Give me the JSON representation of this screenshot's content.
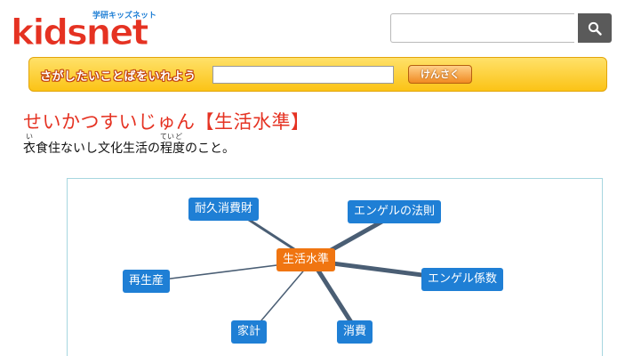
{
  "header": {
    "logo_text": "kidsnet",
    "logo_subtext": "学研キッズネット",
    "search_placeholder": "",
    "search_icon": "search-icon"
  },
  "keyword_bar": {
    "label": "さがしたいことばをいれよう",
    "input_value": "",
    "button_label": "けんさく"
  },
  "entry": {
    "title": "せいかつすいじゅん【生活水準】",
    "definition": {
      "seg1_base": "衣",
      "seg1_ruby": "い",
      "seg2": "食住ないし文化生活の",
      "seg3_base": "程",
      "seg3_ruby": "てい",
      "seg4_base": "度",
      "seg4_ruby": "ど",
      "seg5": "のこと。"
    }
  },
  "diagram": {
    "center": "生活水準",
    "nodes": [
      "耐久消費財",
      "エンゲルの法則",
      "再生産",
      "エンゲル係数",
      "家計",
      "消費"
    ]
  },
  "colors": {
    "title_red": "#e53222",
    "node_blue": "#1f7fd5",
    "center_orange": "#f07511",
    "bar_yellow": "#fbc316",
    "line_slate": "#4a5e74"
  }
}
